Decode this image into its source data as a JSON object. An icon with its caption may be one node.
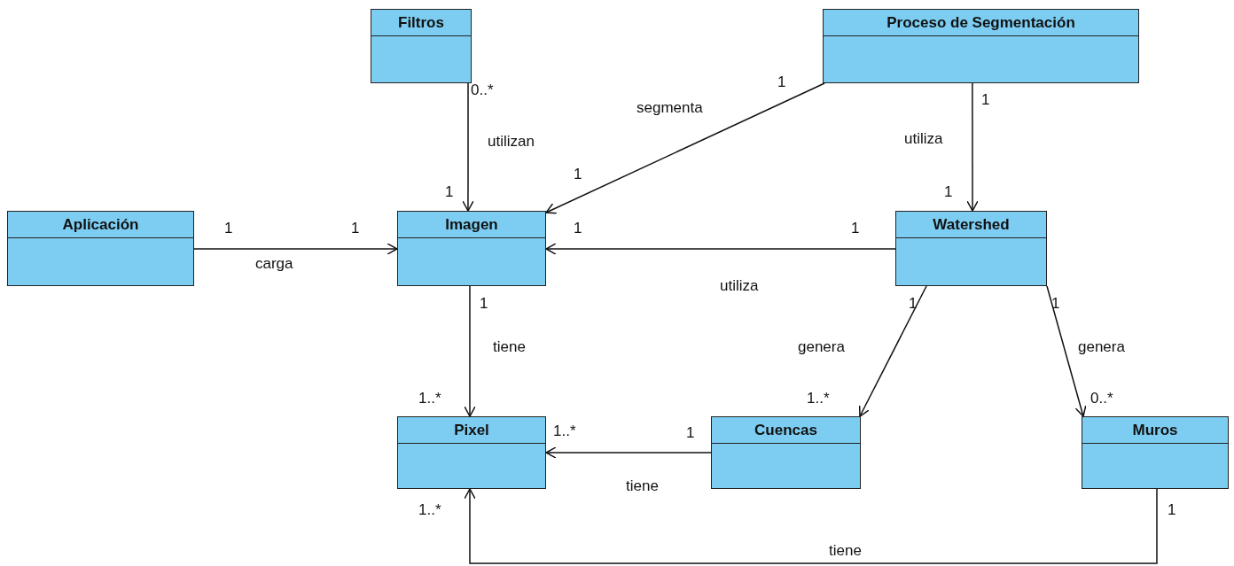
{
  "diagram": {
    "nodes": [
      {
        "text": [
          "Filtros"
        ]
      },
      {
        "text": [
          "Proceso de Segmentación"
        ]
      },
      {
        "text": [
          "Aplicación"
        ]
      },
      {
        "text": [
          "Imagen"
        ]
      },
      {
        "text": [
          "Watershed"
        ]
      },
      {
        "text": [
          "Pixel"
        ]
      },
      {
        "text": [
          "Cuencas"
        ]
      },
      {
        "text": [
          "Muros"
        ]
      }
    ],
    "edges": [
      {
        "from": 0,
        "to": 3,
        "arrow": "to",
        "label": "utilizan"
      },
      {
        "from": 1,
        "to": 3,
        "arrow": "to",
        "label": "segmenta"
      },
      {
        "from": 1,
        "to": 4,
        "arrow": "to",
        "label": "utiliza"
      },
      {
        "from": 2,
        "to": 3,
        "arrow": "to",
        "label": "carga"
      },
      {
        "from": 4,
        "to": 3,
        "arrow": "to",
        "label": "utiliza"
      },
      {
        "from": 3,
        "to": 5,
        "arrow": "to",
        "label": "tiene"
      },
      {
        "from": 4,
        "to": 6,
        "arrow": "to",
        "label": "genera"
      },
      {
        "from": 4,
        "to": 7,
        "arrow": "to",
        "label": "genera"
      },
      {
        "from": 6,
        "to": 5,
        "arrow": "to",
        "label": "tiene"
      },
      {
        "from": 7,
        "to": 5,
        "arrow": "to",
        "label": "tiene"
      }
    ],
    "labels": [
      "1",
      "0..*",
      "1",
      "1",
      "1",
      "1",
      "1",
      "1",
      "1",
      "1",
      "1",
      "1",
      "1",
      "1..*",
      "1..*",
      "0..*",
      "1..*",
      "1",
      "1..*",
      "1"
    ]
  }
}
